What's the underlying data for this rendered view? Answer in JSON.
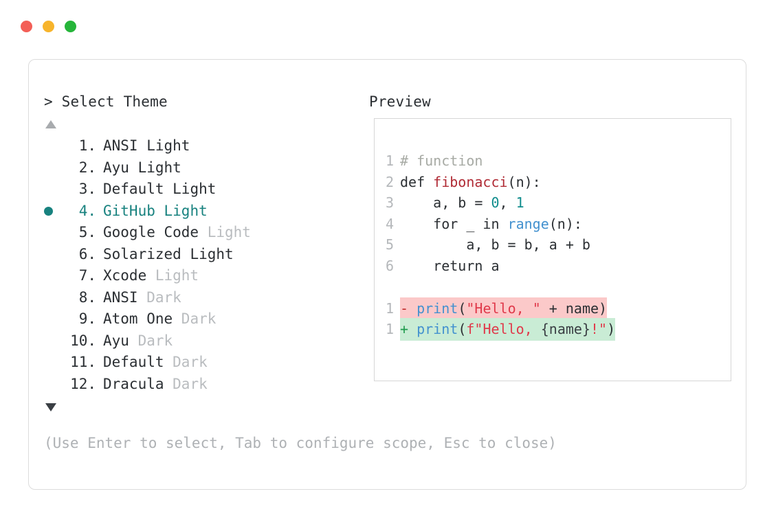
{
  "window": {
    "traffic_lights": [
      {
        "name": "close",
        "color": "#f35f57"
      },
      {
        "name": "minimize",
        "color": "#f7b42c"
      },
      {
        "name": "maximize",
        "color": "#26b53a"
      }
    ]
  },
  "headers": {
    "left": "> Select Theme",
    "right": "Preview"
  },
  "scroll": {
    "up_arrow": "▲",
    "down_arrow": "▼"
  },
  "theme_list": {
    "selected_index": 4,
    "accent": "#18827f",
    "items": [
      {
        "num": " 1.",
        "name": "ANSI",
        "variant": "Light",
        "variant_muted": false,
        "selected": false
      },
      {
        "num": " 2.",
        "name": "Ayu",
        "variant": "Light",
        "variant_muted": false,
        "selected": false
      },
      {
        "num": " 3.",
        "name": "Default",
        "variant": "Light",
        "variant_muted": false,
        "selected": false
      },
      {
        "num": " 4.",
        "name": "GitHub",
        "variant": "Light",
        "variant_muted": false,
        "selected": true
      },
      {
        "num": " 5.",
        "name": "Google Code",
        "variant": "Light",
        "variant_muted": true,
        "selected": false
      },
      {
        "num": " 6.",
        "name": "Solarized",
        "variant": "Light",
        "variant_muted": false,
        "selected": false
      },
      {
        "num": " 7.",
        "name": "Xcode",
        "variant": "Light",
        "variant_muted": true,
        "selected": false
      },
      {
        "num": " 8.",
        "name": "ANSI",
        "variant": "Dark",
        "variant_muted": true,
        "selected": false
      },
      {
        "num": " 9.",
        "name": "Atom One",
        "variant": "Dark",
        "variant_muted": true,
        "selected": false
      },
      {
        "num": "10.",
        "name": "Ayu",
        "variant": "Dark",
        "variant_muted": true,
        "selected": false
      },
      {
        "num": "11.",
        "name": "Default",
        "variant": "Dark",
        "variant_muted": true,
        "selected": false
      },
      {
        "num": "12.",
        "name": "Dracula",
        "variant": "Dark",
        "variant_muted": true,
        "selected": false
      }
    ]
  },
  "preview": {
    "lines": [
      {
        "ln": "1",
        "tokens": [
          {
            "t": "# function",
            "c": "cmt"
          }
        ]
      },
      {
        "ln": "2",
        "tokens": [
          {
            "t": "def ",
            "c": "kw"
          },
          {
            "t": "fibonacci",
            "c": "fn"
          },
          {
            "t": "(n):",
            "c": "sp"
          }
        ]
      },
      {
        "ln": "3",
        "tokens": [
          {
            "t": "    a, b = ",
            "c": "sp"
          },
          {
            "t": "0",
            "c": "num-lit"
          },
          {
            "t": ", ",
            "c": "sp"
          },
          {
            "t": "1",
            "c": "num-lit"
          }
        ]
      },
      {
        "ln": "4",
        "tokens": [
          {
            "t": "    for _ in ",
            "c": "sp"
          },
          {
            "t": "range",
            "c": "bi"
          },
          {
            "t": "(n):",
            "c": "sp"
          }
        ]
      },
      {
        "ln": "5",
        "tokens": [
          {
            "t": "        a, b = b, a + b",
            "c": "sp"
          }
        ]
      },
      {
        "ln": "6",
        "tokens": [
          {
            "t": "    return a",
            "c": "sp"
          }
        ]
      }
    ],
    "diff": [
      {
        "ln": "1",
        "kind": "del",
        "sign": "-",
        "tokens": [
          {
            "t": "print",
            "c": "bi"
          },
          {
            "t": "(",
            "c": "sp"
          },
          {
            "t": "\"Hello, \"",
            "c": "str"
          },
          {
            "t": " + name)",
            "c": "sp"
          }
        ]
      },
      {
        "ln": "1",
        "kind": "add",
        "sign": "+",
        "tokens": [
          {
            "t": "print",
            "c": "bi"
          },
          {
            "t": "(",
            "c": "sp"
          },
          {
            "t": "f\"Hello, ",
            "c": "str"
          },
          {
            "t": "{name}",
            "c": "var"
          },
          {
            "t": "!\"",
            "c": "str"
          },
          {
            "t": ")",
            "c": "sp"
          }
        ]
      }
    ]
  },
  "footer": {
    "hint": "(Use Enter to select, Tab to configure scope, Esc to close)"
  }
}
